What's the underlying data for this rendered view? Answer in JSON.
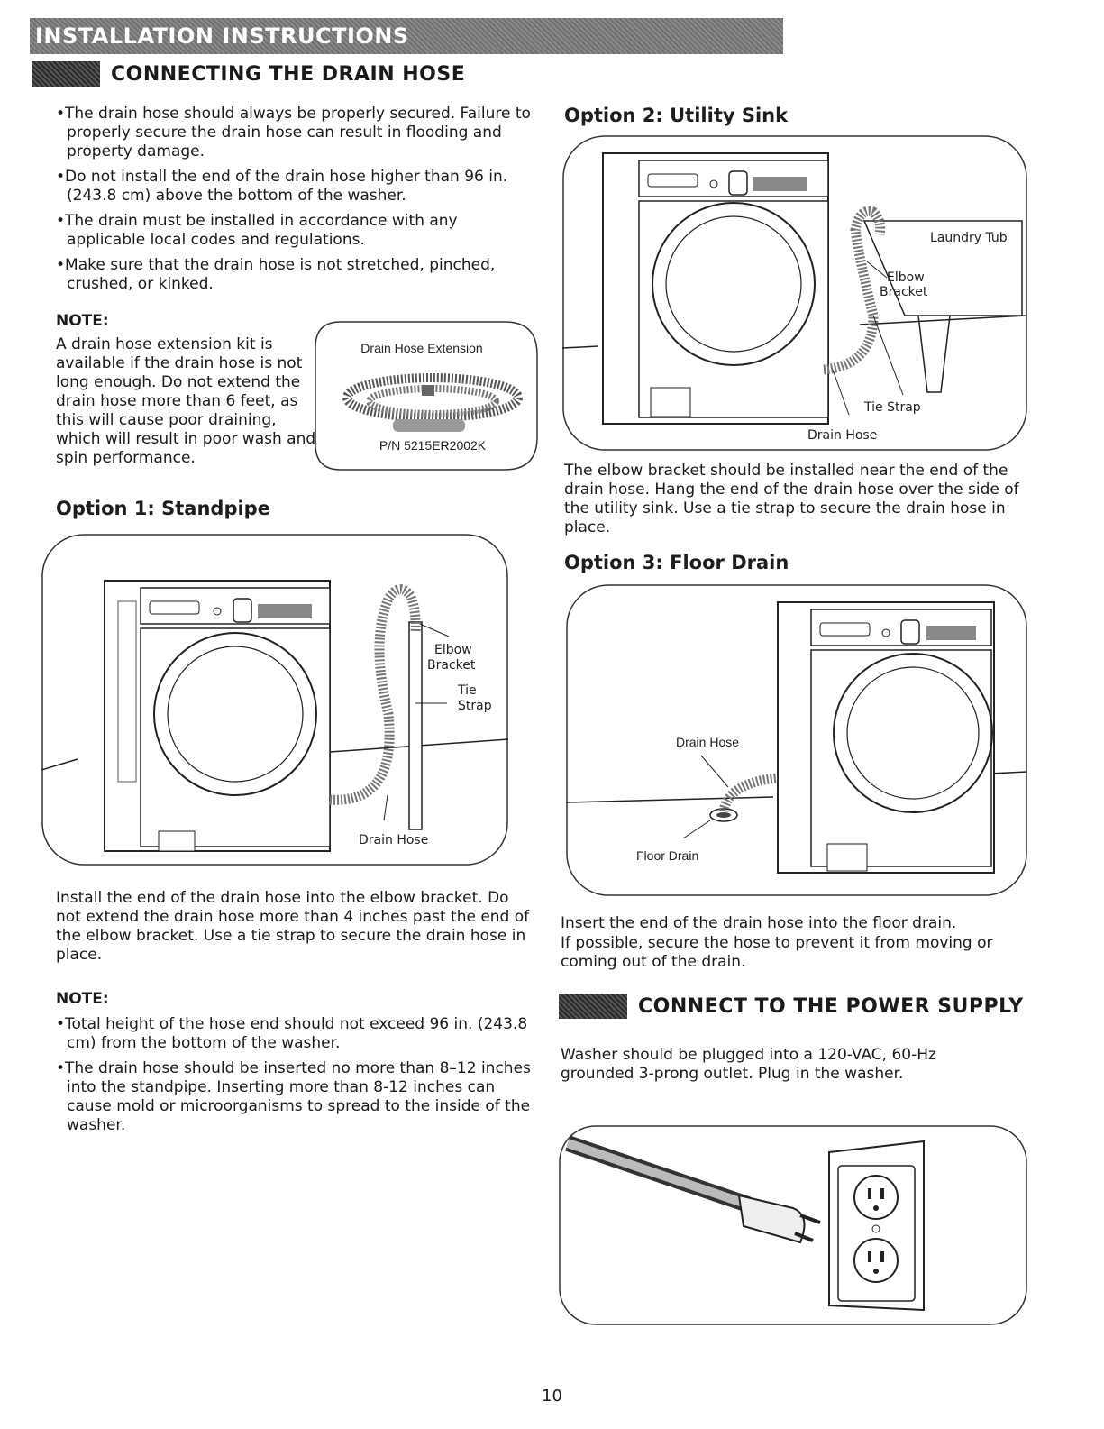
{
  "banner": "INSTALLATION INSTRUCTIONS",
  "drain": {
    "heading": "CONNECTING THE DRAIN HOSE",
    "bullets": [
      "•The drain hose should always be properly secured. Failure to properly secure the drain hose can result in flooding and property damage.",
      "•Do not install the end of the drain hose higher than 96 in. (243.8 cm) above the bottom of the washer.",
      "•The drain must be installed in accordance with any applicable local codes and regulations.",
      "•Make sure that the drain hose is not stretched, pinched, crushed, or kinked."
    ],
    "note_label": "NOTE:",
    "note_text": "A drain hose extension kit is available if the drain hose is not long enough. Do not extend the drain hose more than 6 feet, as this will cause poor draining, which will result in poor wash and spin performance.",
    "extension_label": "Drain Hose Extension",
    "extension_pn": "P/N 5215ER2002K"
  },
  "option1": {
    "title": "Option 1: Standpipe",
    "labels": {
      "elbow": "Elbow",
      "bracket": "Bracket",
      "tie": "Tie",
      "strap": "Strap",
      "hose": "Drain Hose"
    },
    "text": "Install the end of the drain hose into the elbow bracket. Do not extend the drain hose more than 4 inches past the end of the elbow bracket. Use a tie strap to secure the drain hose in place.",
    "note_label": "NOTE:",
    "notes": [
      "•Total height of the hose end should not exceed 96 in. (243.8 cm) from the bottom of the washer.",
      "•The drain hose should be inserted no more than 8–12 inches into the standpipe. Inserting more than 8-12 inches can cause mold or microorganisms to spread to the inside of the washer."
    ]
  },
  "option2": {
    "title": "Option 2: Utility Sink",
    "labels": {
      "tub": "Laundry Tub",
      "elbow": "Elbow",
      "bracket": "Bracket",
      "tie": "Tie Strap",
      "hose": "Drain Hose"
    },
    "text": "The elbow bracket should be installed near the end of the drain hose. Hang the end of the drain hose over the side of the utility sink. Use a tie strap to secure the drain hose in place."
  },
  "option3": {
    "title": "Option 3: Floor Drain",
    "labels": {
      "hose": "Drain Hose",
      "drain": "Floor Drain"
    },
    "text1": "Insert the end of the drain hose into the floor drain.",
    "text2": "If possible, secure the hose to prevent it from moving or coming out of the drain."
  },
  "power": {
    "heading": "CONNECT TO THE POWER SUPPLY",
    "text": "Washer should be plugged into a 120-VAC, 60-Hz grounded 3-prong outlet. Plug in the washer."
  },
  "page_number": "10"
}
